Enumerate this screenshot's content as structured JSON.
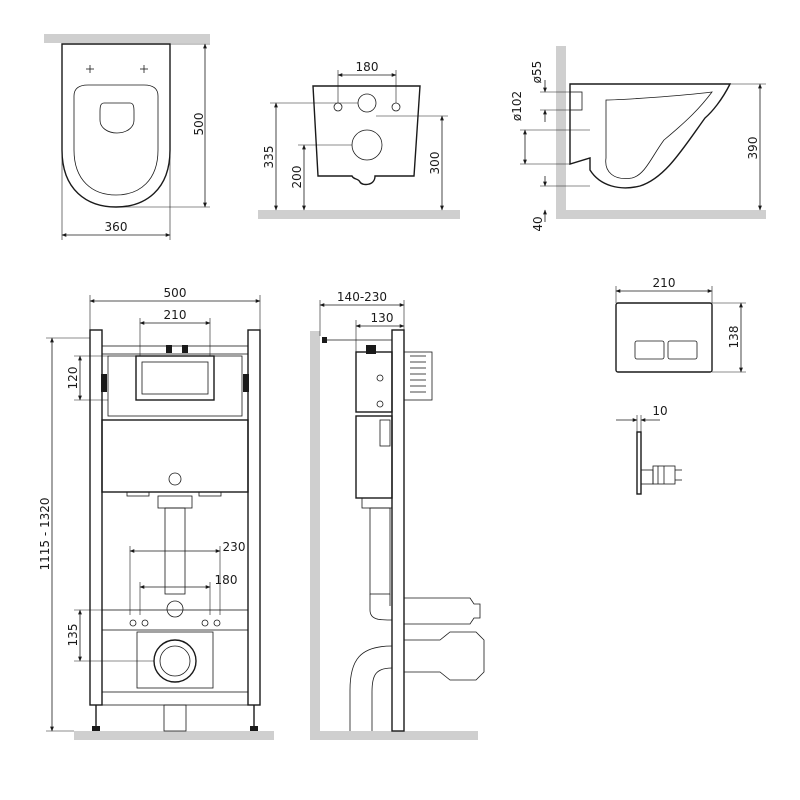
{
  "views": {
    "bowl_top": {
      "depth": "500",
      "width": "360"
    },
    "bowl_front": {
      "bolt_spacing": "180",
      "bolt_height": "335",
      "outlet_height": "200",
      "inlet_height": "300"
    },
    "bowl_side": {
      "pipe_small": "ø55",
      "pipe_large": "ø102",
      "height": "390",
      "floor_gap": "40"
    },
    "frame_front": {
      "width": "500",
      "cistern_width": "210",
      "top_offset": "120",
      "total_height": "1115 - 1320",
      "bolt_outer": "230",
      "bolt_inner": "180",
      "outlet_height": "135"
    },
    "frame_side": {
      "depth_range": "140-230",
      "depth": "130"
    },
    "flush_plate": {
      "width": "210",
      "height": "138",
      "thickness": "10"
    }
  },
  "colors": {
    "line": "#1a1a1a",
    "floor": "#cfcfcf",
    "background": "#ffffff"
  }
}
